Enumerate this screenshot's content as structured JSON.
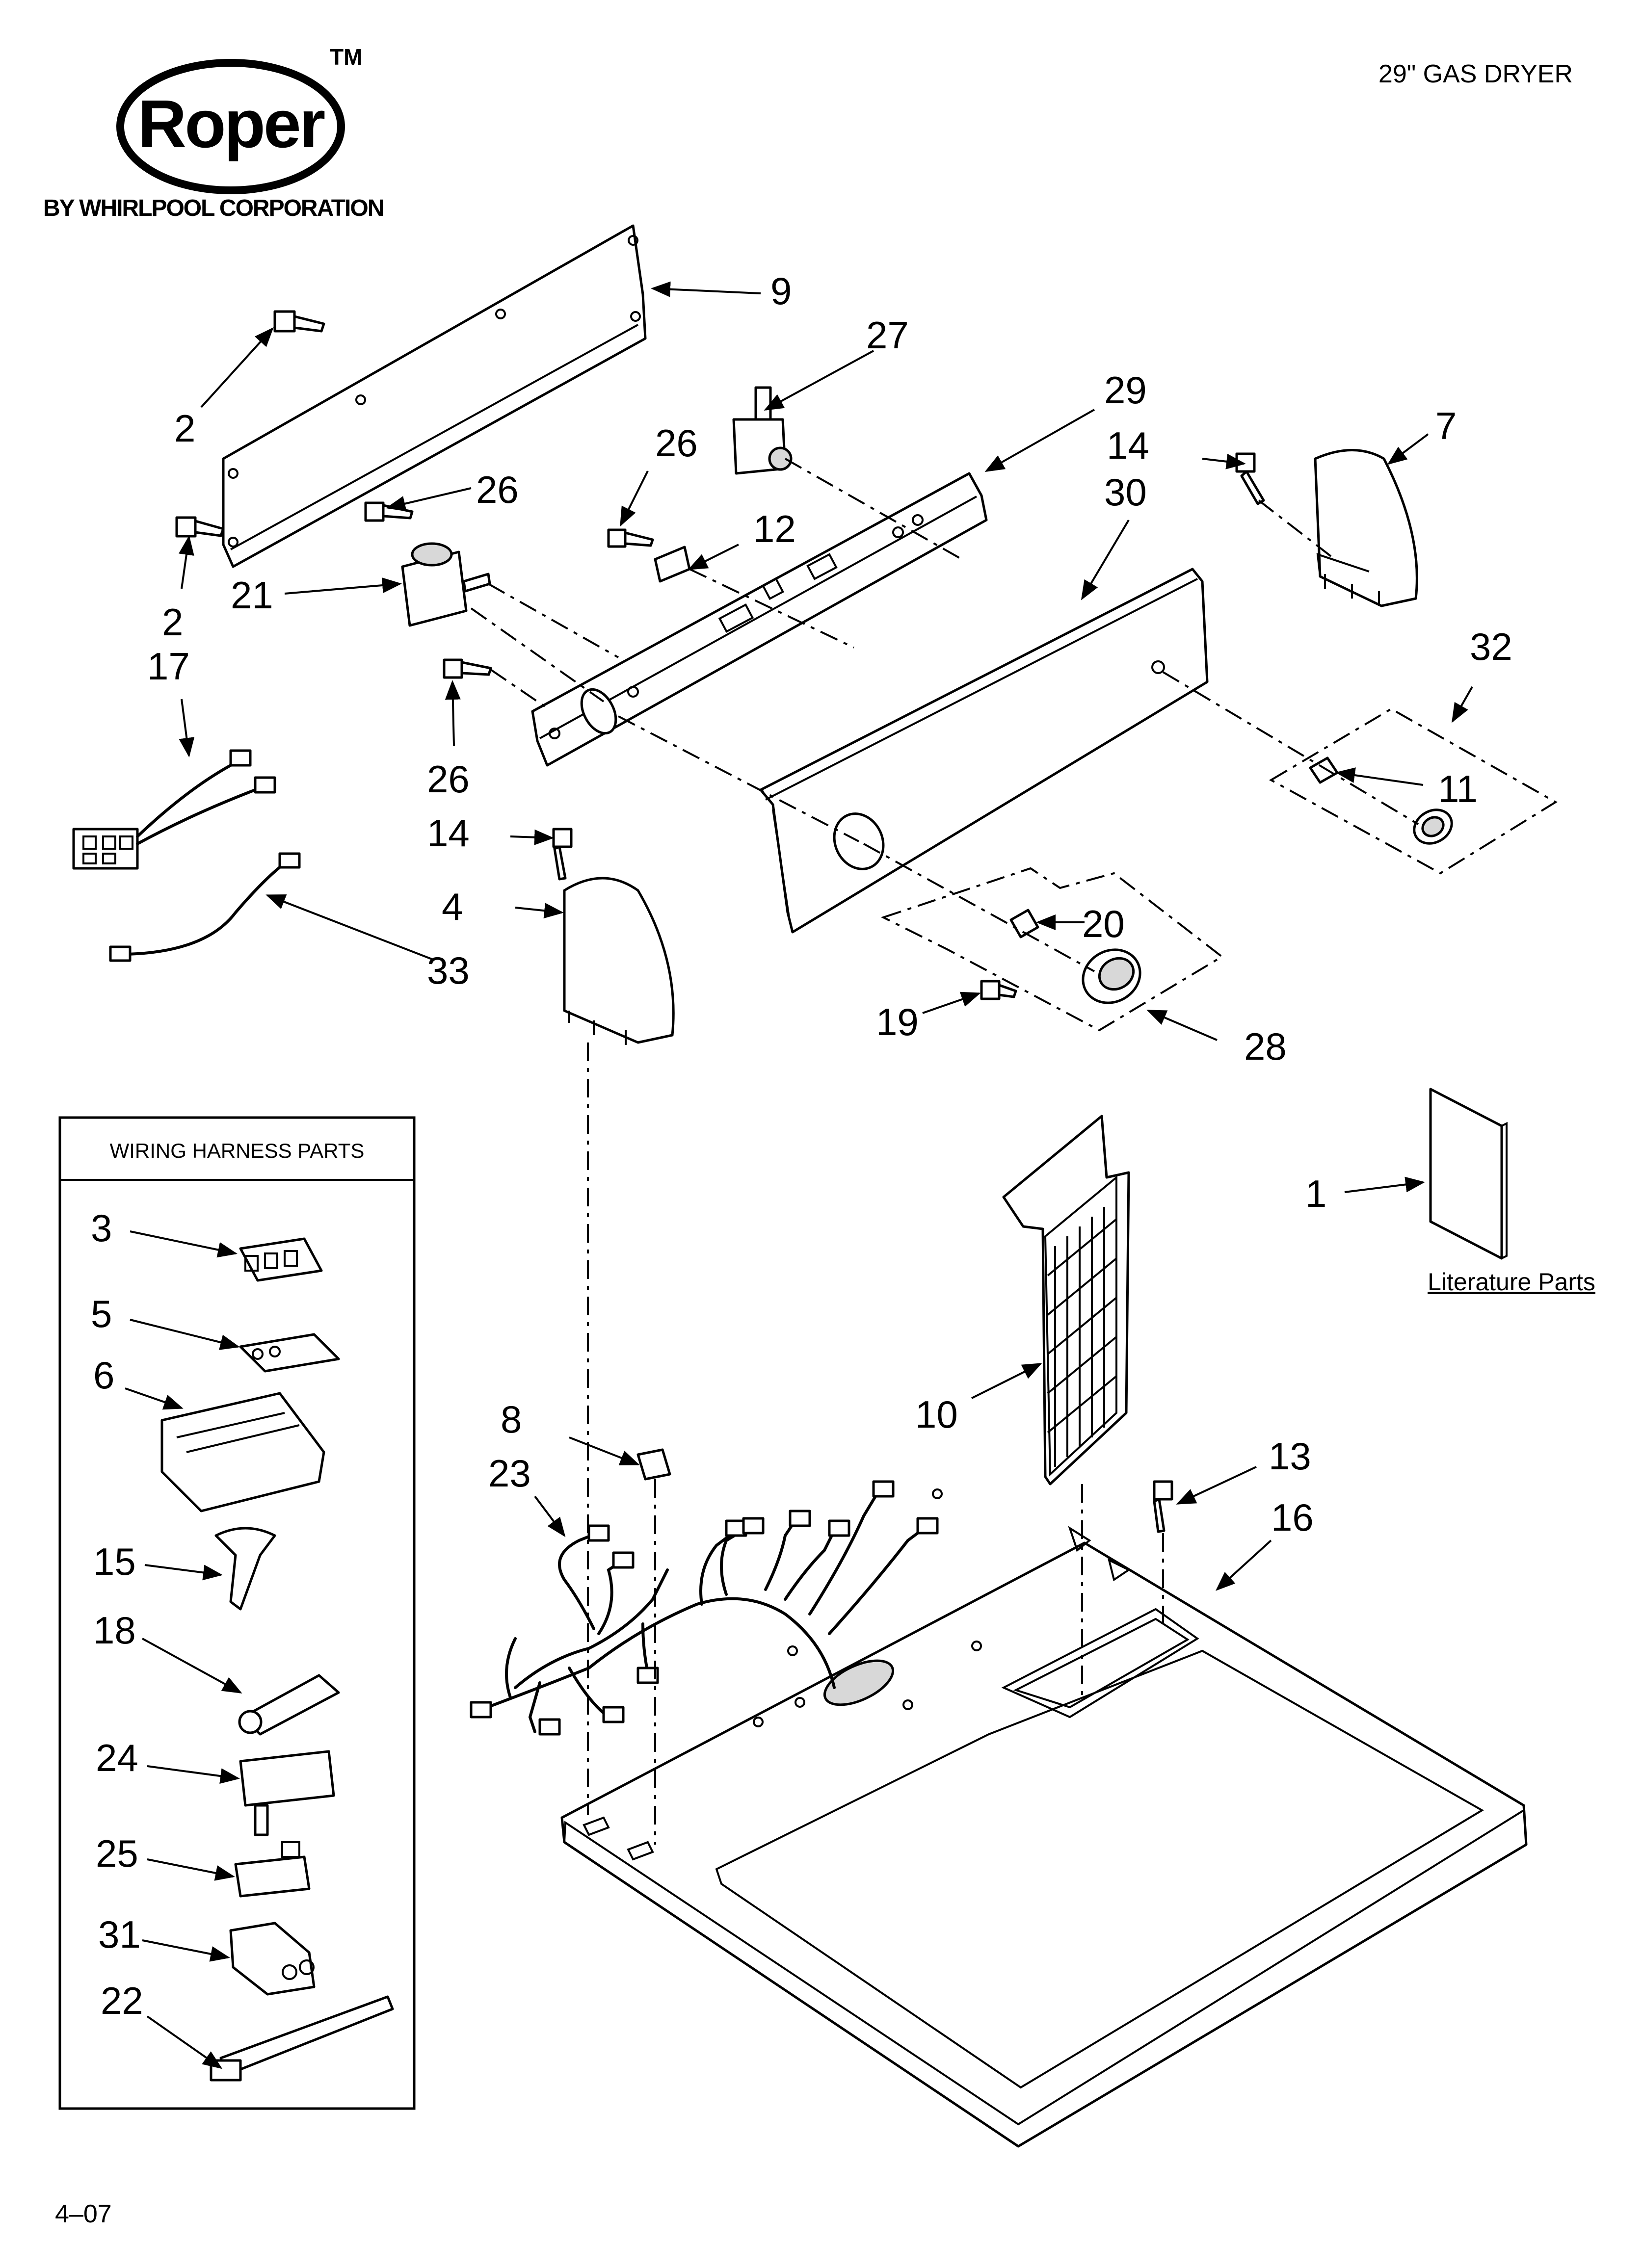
{
  "header": {
    "brand_name": "Roper",
    "trademark": "TM",
    "brand_subtitle": "BY WHIRLPOOL CORPORATION",
    "model_title": "29\" GAS DRYER"
  },
  "wiring_box": {
    "title": "WIRING HARNESS PARTS"
  },
  "literature": {
    "label": "Literature Parts"
  },
  "footer": {
    "page_code": "4–07"
  },
  "callouts": {
    "c1": "1",
    "c2a": "2",
    "c2b": "2",
    "c3": "3",
    "c4": "4",
    "c5": "5",
    "c6": "6",
    "c7": "7",
    "c8": "8",
    "c9": "9",
    "c10": "10",
    "c11": "11",
    "c12": "12",
    "c13": "13",
    "c14a": "14",
    "c14b": "14",
    "c15": "15",
    "c16": "16",
    "c17": "17",
    "c18": "18",
    "c19": "19",
    "c20": "20",
    "c21": "21",
    "c22": "22",
    "c23": "23",
    "c24": "24",
    "c25": "25",
    "c26a": "26",
    "c26b": "26",
    "c26c": "26",
    "c27": "27",
    "c28": "28",
    "c29": "29",
    "c30": "30",
    "c31": "31",
    "c32": "32",
    "c33": "33"
  }
}
